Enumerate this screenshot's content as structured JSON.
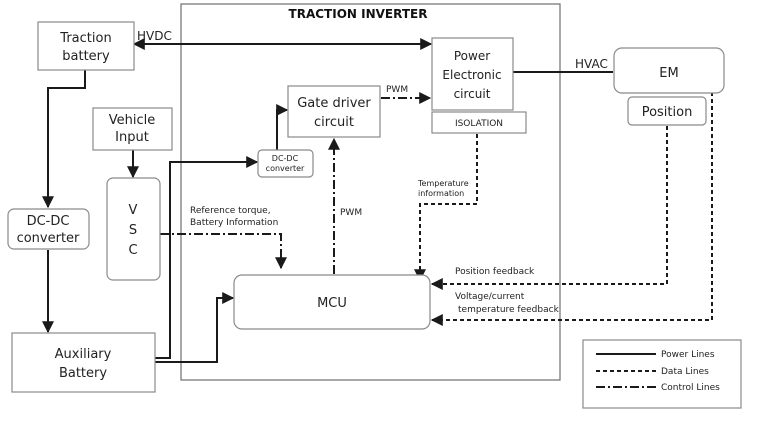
{
  "title": "TRACTION INVERTER",
  "blocks": {
    "traction_battery": [
      "Traction",
      "battery"
    ],
    "vehicle_input": [
      "Vehicle",
      "Input"
    ],
    "vsc": [
      "V",
      "S",
      "C"
    ],
    "dcdc_main": [
      "DC-DC",
      "converter"
    ],
    "aux_battery": [
      "Auxiliary",
      "Battery"
    ],
    "dcdc_small": [
      "DC-DC",
      "converter"
    ],
    "gate_driver": [
      "Gate driver",
      "circuit"
    ],
    "power_electronic": [
      "Power",
      "Electronic",
      "circuit"
    ],
    "isolation": "ISOLATION",
    "mcu": "MCU",
    "em": "EM",
    "position": "Position"
  },
  "signals": {
    "hvdc": "HVDC",
    "hvac": "HVAC",
    "pwm_top": "PWM",
    "pwm_vertical": "PWM",
    "reference": [
      "Reference torque,",
      "Battery Information"
    ],
    "temperature": [
      "Temperature",
      "information"
    ],
    "position_feedback": "Position feedback",
    "vc_feedback": [
      "Voltage/current",
      "temperature feedback"
    ]
  },
  "legend": {
    "power": "Power Lines",
    "data": "Data Lines",
    "control": "Control Lines"
  }
}
